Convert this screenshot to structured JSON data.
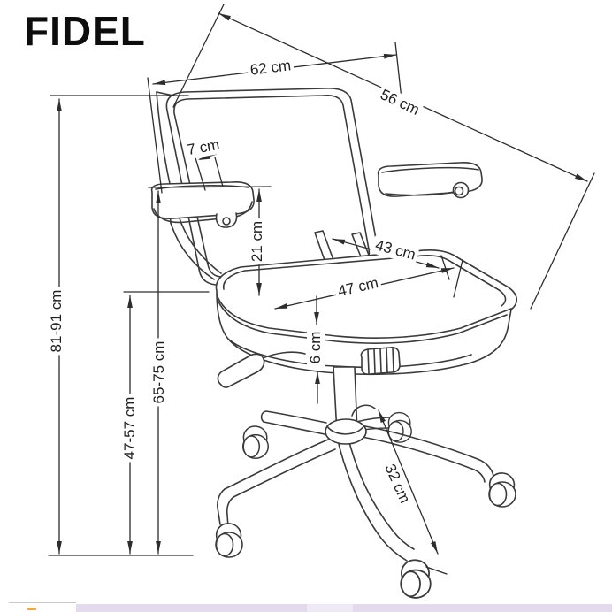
{
  "title": "FIDEL",
  "labels": {
    "backrest_width": "62 cm",
    "backrest_diagonal": "56 cm",
    "armrest_pad": "7 cm",
    "armrest_to_seat": "21 cm",
    "seat_depth": "43 cm",
    "seat_width": "47 cm",
    "seat_thickness": "6 cm",
    "total_height": "81-91 cm",
    "armrest_height": "65-75 cm",
    "seat_height": "47-57 cm",
    "base_leg_length": "32 cm"
  },
  "colors": {
    "drawing_line": "#3a3a3a",
    "dimension_line": "#2d2d2d",
    "accent_orange": "#f2a83e",
    "edge_strip_lavender": "#e4daee"
  }
}
